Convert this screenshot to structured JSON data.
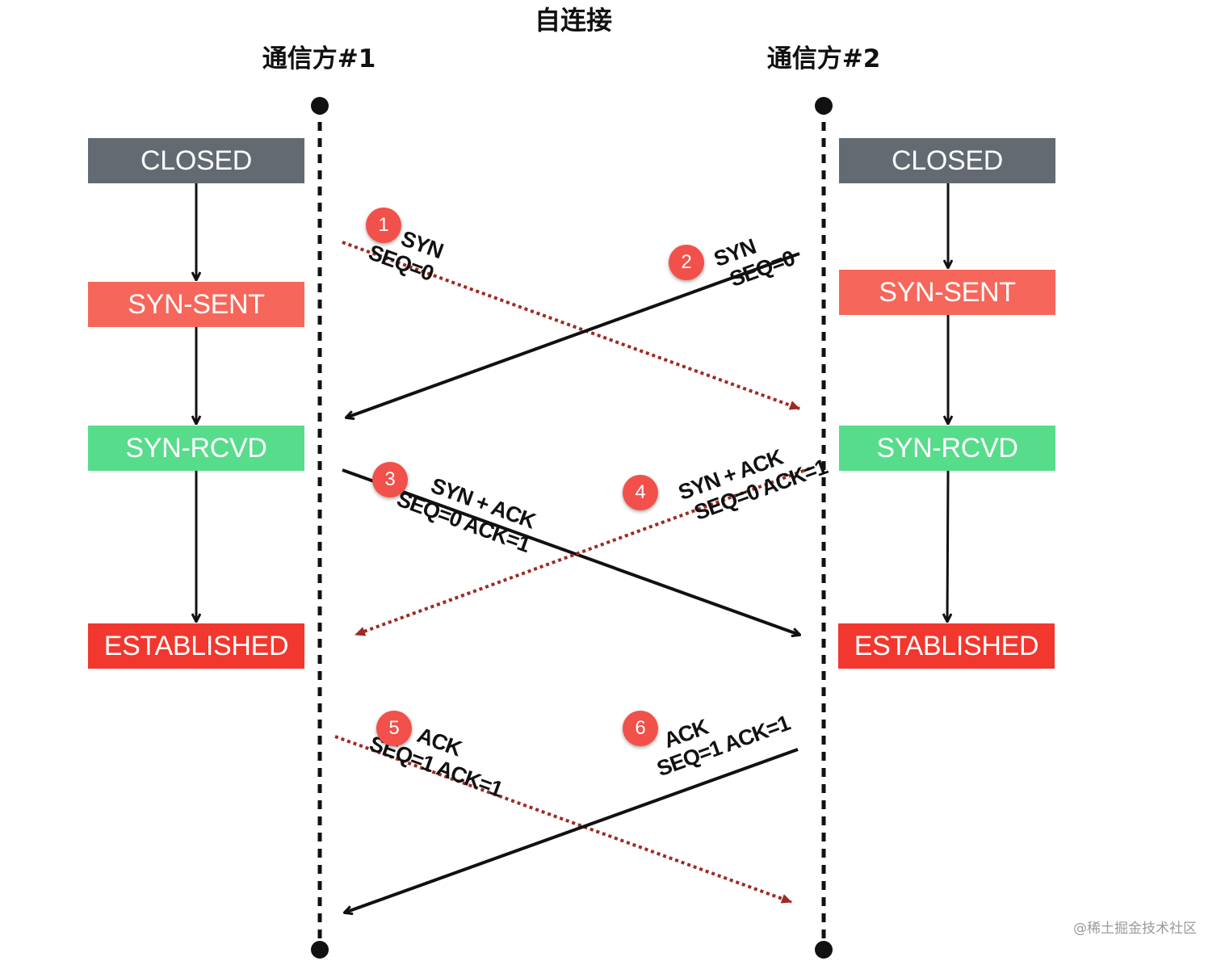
{
  "title": "自连接",
  "parties": [
    {
      "name": "通信方#1"
    },
    {
      "name": "通信方#2"
    }
  ],
  "states": {
    "left": [
      "CLOSED",
      "SYN-SENT",
      "SYN-RCVD",
      "ESTABLISHED"
    ],
    "right": [
      "CLOSED",
      "SYN-SENT",
      "SYN-RCVD",
      "ESTABLISHED"
    ]
  },
  "state_colors": {
    "CLOSED": "#636a71",
    "SYN-SENT": "#f7665a",
    "SYN-RCVD": "#57dc8b",
    "ESTABLISHED": "#f1372e"
  },
  "messages": [
    {
      "step": "1",
      "line1": "SYN",
      "line2": "SEQ=0",
      "from": "party1",
      "to": "party2",
      "style": "dotted",
      "color": "#9e2a22"
    },
    {
      "step": "2",
      "line1": "SYN",
      "line2": "SEQ=0",
      "from": "party2",
      "to": "party1",
      "style": "solid",
      "color": "#111111"
    },
    {
      "step": "3",
      "line1": "SYN + ACK",
      "line2": "SEQ=0 ACK=1",
      "from": "party1",
      "to": "party2",
      "style": "solid",
      "color": "#111111"
    },
    {
      "step": "4",
      "line1": "SYN + ACK",
      "line2": "SEQ=0 ACK=1",
      "from": "party2",
      "to": "party1",
      "style": "dotted",
      "color": "#9e2a22"
    },
    {
      "step": "5",
      "line1": "ACK",
      "line2": "SEQ=1 ACK=1",
      "from": "party1",
      "to": "party2",
      "style": "dotted",
      "color": "#9e2a22"
    },
    {
      "step": "6",
      "line1": "ACK",
      "line2": "SEQ=1 ACK=1",
      "from": "party2",
      "to": "party1",
      "style": "solid",
      "color": "#111111"
    }
  ],
  "badge_color": "#f2504a",
  "watermark": "@稀土掘金技术社区"
}
